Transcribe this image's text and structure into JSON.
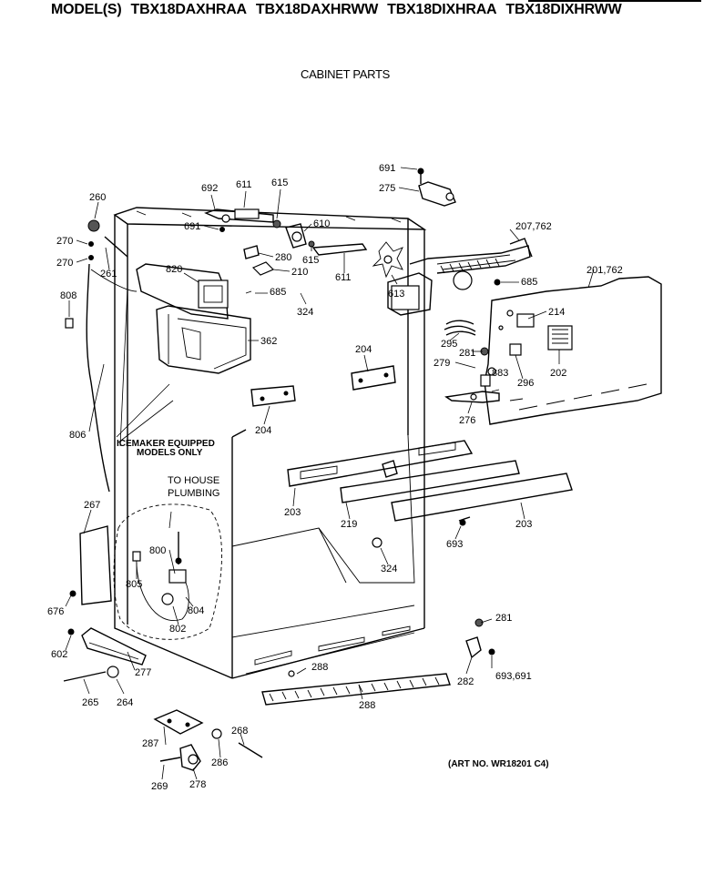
{
  "header": {
    "prefix": "MODEL(S)",
    "models": [
      "TBX18DAXHRAA",
      "TBX18DAXHRWW",
      "TBX18DIXHRAA",
      "TBX18DIXHRWW"
    ]
  },
  "title": "CABINET PARTS",
  "art_number": "(ART NO. WR18201 C4)",
  "notes": {
    "icemaker_1": "ICEMAKER EQUIPPED",
    "icemaker_2": "MODELS ONLY",
    "plumbing_1": "TO HOUSE",
    "plumbing_2": "PLUMBING"
  },
  "parts": [
    {
      "id": "691",
      "label": "691"
    },
    {
      "id": "275",
      "label": "275"
    },
    {
      "id": "692",
      "label": "692"
    },
    {
      "id": "611a",
      "label": "611"
    },
    {
      "id": "615a",
      "label": "615"
    },
    {
      "id": "260",
      "label": "260"
    },
    {
      "id": "691b",
      "label": "691"
    },
    {
      "id": "610",
      "label": "610"
    },
    {
      "id": "207",
      "label": "207,762"
    },
    {
      "id": "270a",
      "label": "270"
    },
    {
      "id": "280",
      "label": "280"
    },
    {
      "id": "615b",
      "label": "615"
    },
    {
      "id": "270b",
      "label": "270"
    },
    {
      "id": "820",
      "label": "820"
    },
    {
      "id": "210",
      "label": "210"
    },
    {
      "id": "261",
      "label": "261"
    },
    {
      "id": "611b",
      "label": "611"
    },
    {
      "id": "685a",
      "label": "685"
    },
    {
      "id": "201",
      "label": "201,762"
    },
    {
      "id": "808",
      "label": "808"
    },
    {
      "id": "685b",
      "label": "685"
    },
    {
      "id": "613",
      "label": "613"
    },
    {
      "id": "324a",
      "label": "324"
    },
    {
      "id": "214",
      "label": "214"
    },
    {
      "id": "362",
      "label": "362"
    },
    {
      "id": "295",
      "label": "295"
    },
    {
      "id": "281a",
      "label": "281"
    },
    {
      "id": "204a",
      "label": "204"
    },
    {
      "id": "279",
      "label": "279"
    },
    {
      "id": "883",
      "label": "883"
    },
    {
      "id": "202",
      "label": "202"
    },
    {
      "id": "296",
      "label": "296"
    },
    {
      "id": "276",
      "label": "276"
    },
    {
      "id": "204b",
      "label": "204"
    },
    {
      "id": "806",
      "label": "806"
    },
    {
      "id": "203a",
      "label": "203"
    },
    {
      "id": "219",
      "label": "219"
    },
    {
      "id": "203b",
      "label": "203"
    },
    {
      "id": "267",
      "label": "267"
    },
    {
      "id": "693",
      "label": "693"
    },
    {
      "id": "800",
      "label": "800"
    },
    {
      "id": "324b",
      "label": "324"
    },
    {
      "id": "805",
      "label": "805"
    },
    {
      "id": "804",
      "label": "804"
    },
    {
      "id": "676",
      "label": "676"
    },
    {
      "id": "802",
      "label": "802"
    },
    {
      "id": "281b",
      "label": "281"
    },
    {
      "id": "602",
      "label": "602"
    },
    {
      "id": "277",
      "label": "277"
    },
    {
      "id": "282",
      "label": "282"
    },
    {
      "id": "693b",
      "label": "693,691"
    },
    {
      "id": "288a",
      "label": "288"
    },
    {
      "id": "265",
      "label": "265"
    },
    {
      "id": "264",
      "label": "264"
    },
    {
      "id": "288b",
      "label": "288"
    },
    {
      "id": "287",
      "label": "287"
    },
    {
      "id": "268",
      "label": "268"
    },
    {
      "id": "286",
      "label": "286"
    },
    {
      "id": "269",
      "label": "269"
    },
    {
      "id": "278",
      "label": "278"
    }
  ]
}
